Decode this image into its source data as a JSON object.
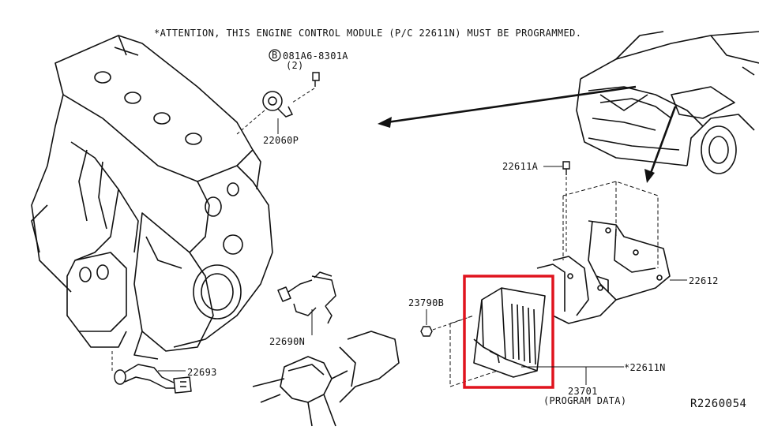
{
  "notice": "*ATTENTION, THIS ENGINE CONTROL MODULE (P/C 22611N) MUST BE PROGRAMMED.",
  "bolt_callout": {
    "symbol": "B",
    "part": "081A6-8301A",
    "qty": "(2)"
  },
  "labels": {
    "knock_sensor": "22060P",
    "bracket_bolt": "22611A",
    "bracket": "22612",
    "nut": "23790B",
    "o2_sensor": "22690N",
    "harness_sensor": "22693",
    "ecm": "*22611N",
    "ecm_assembly": "23701",
    "program_data": "(PROGRAM DATA)"
  },
  "diagram_ref": "R2260054",
  "colors": {
    "line": "#111111",
    "highlight": "#e0141e",
    "background": "#ffffff"
  }
}
